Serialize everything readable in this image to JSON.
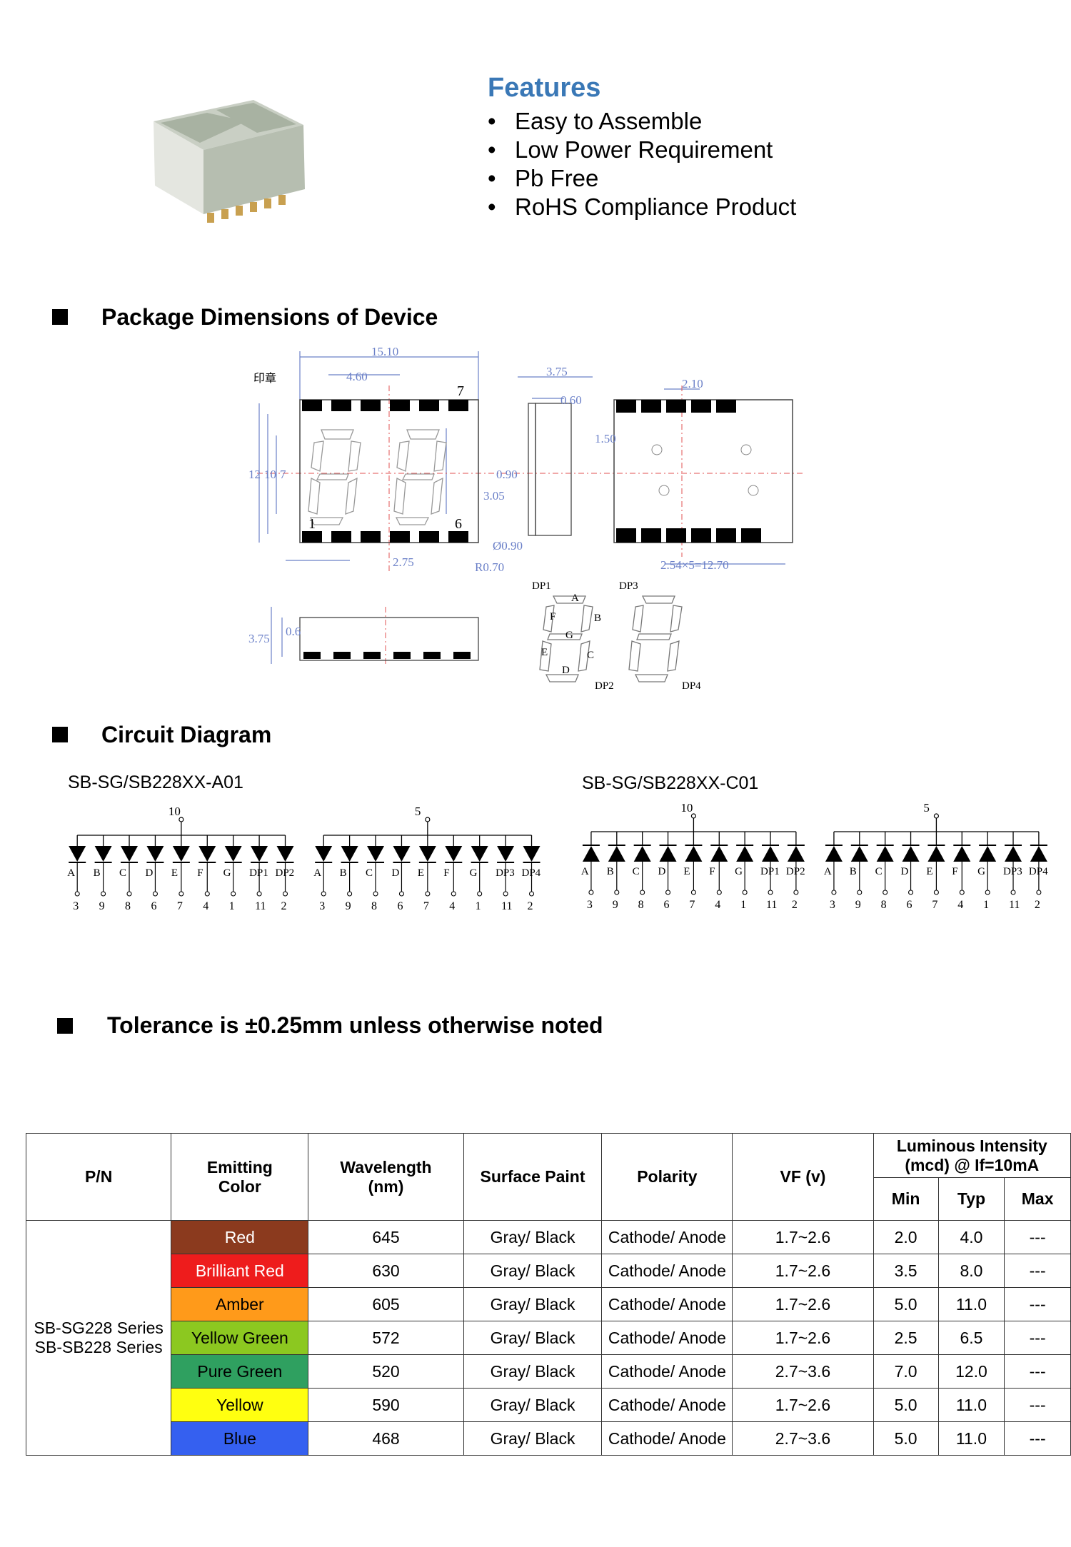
{
  "features": {
    "title": "Features",
    "items": [
      {
        "bullet": "•",
        "text": "Easy to Assemble"
      },
      {
        "bullet": "•",
        "text": "Low Power Requirement"
      },
      {
        "bullet": "•",
        "text": "Pb Free"
      },
      {
        "bullet": "•",
        "text": "RoHS Compliance Product"
      }
    ]
  },
  "sections": {
    "package": "Package Dimensions of Device",
    "circuit": "Circuit Diagram",
    "tolerance": "Tolerance is ±0.25mm unless otherwise noted"
  },
  "dimensions": {
    "d1510": "15.10",
    "d460": "4.60",
    "d375a": "3.75",
    "d060": "0.60",
    "d210": "2.10",
    "d12": "12",
    "d10": "10",
    "d7": "7",
    "d305": "3.05",
    "d090a": "0.90",
    "d150": "1.50",
    "d275": "2.75",
    "d090b": "Ø0.90",
    "dR070": "R0.70",
    "d254": "2.54×5=12.70",
    "d375b": "3.75",
    "d06": "0.6",
    "marking": "印章",
    "pin7": "7",
    "pin1": "1",
    "pin6": "6",
    "dp1": "DP1",
    "dp2": "DP2",
    "dp3": "DP3",
    "dp4": "DP4",
    "segA": "A",
    "segB": "B",
    "segC": "C",
    "segD": "D",
    "segE": "E",
    "segF": "F",
    "segG": "G"
  },
  "circuits": {
    "left_title": "SB-SG/SB228XX-A01",
    "right_title": "SB-SG/SB228XX-C01",
    "left_common": [
      "10",
      "5"
    ],
    "right_common": [
      "10",
      "5"
    ],
    "seg_labels_1": [
      "A",
      "B",
      "C",
      "D",
      "E",
      "F",
      "G",
      "DP1",
      "DP2"
    ],
    "seg_labels_2": [
      "A",
      "B",
      "C",
      "D",
      "E",
      "F",
      "G",
      "DP3",
      "DP4"
    ],
    "pins_1": [
      "3",
      "9",
      "8",
      "6",
      "7",
      "4",
      "1",
      "11",
      "2"
    ],
    "pins_2": [
      "3",
      "9",
      "8",
      "6",
      "7",
      "4",
      "1",
      "11",
      "2"
    ]
  },
  "table": {
    "headers": {
      "pn": "P/N",
      "color": "Emitting Color",
      "wavelength": "Wavelength (nm)",
      "paint": "Surface Paint",
      "polarity": "Polarity",
      "vf": "VF (v)",
      "lum": "Luminous Intensity (mcd) @ If=10mA",
      "min": "Min",
      "typ": "Typ",
      "max": "Max"
    },
    "pn_lines": [
      "SB-SG228 Series",
      "SB-SB228 Series"
    ],
    "rows": [
      {
        "color": "Red",
        "swatch": "#8b3a1e",
        "text_color": "#ffffff",
        "wl": "645",
        "paint": "Gray/ Black",
        "polarity": "Cathode/ Anode",
        "vf": "1.7~2.6",
        "min": "2.0",
        "typ": "4.0",
        "max": "---"
      },
      {
        "color": "Brilliant Red",
        "swatch": "#ee1c1c",
        "text_color": "#ffffff",
        "wl": "630",
        "paint": "Gray/ Black",
        "polarity": "Cathode/ Anode",
        "vf": "1.7~2.6",
        "min": "3.5",
        "typ": "8.0",
        "max": "---"
      },
      {
        "color": "Amber",
        "swatch": "#ff9a1a",
        "text_color": "#000000",
        "wl": "605",
        "paint": "Gray/ Black",
        "polarity": "Cathode/ Anode",
        "vf": "1.7~2.6",
        "min": "5.0",
        "typ": "11.0",
        "max": "---"
      },
      {
        "color": "Yellow Green",
        "swatch": "#8cc820",
        "text_color": "#000000",
        "wl": "572",
        "paint": "Gray/ Black",
        "polarity": "Cathode/ Anode",
        "vf": "1.7~2.6",
        "min": "2.5",
        "typ": "6.5",
        "max": "---"
      },
      {
        "color": "Pure Green",
        "swatch": "#2fa060",
        "text_color": "#000000",
        "wl": "520",
        "paint": "Gray/ Black",
        "polarity": "Cathode/ Anode",
        "vf": "2.7~3.6",
        "min": "7.0",
        "typ": "12.0",
        "max": "---"
      },
      {
        "color": "Yellow",
        "swatch": "#ffff10",
        "text_color": "#000000",
        "wl": "590",
        "paint": "Gray/ Black",
        "polarity": "Cathode/ Anode",
        "vf": "1.7~2.6",
        "min": "5.0",
        "typ": "11.0",
        "max": "---"
      },
      {
        "color": "Blue",
        "swatch": "#3560f0",
        "text_color": "#000000",
        "wl": "468",
        "paint": "Gray/ Black",
        "polarity": "Cathode/ Anode",
        "vf": "2.7~3.6",
        "min": "5.0",
        "typ": "11.0",
        "max": "---"
      }
    ]
  }
}
